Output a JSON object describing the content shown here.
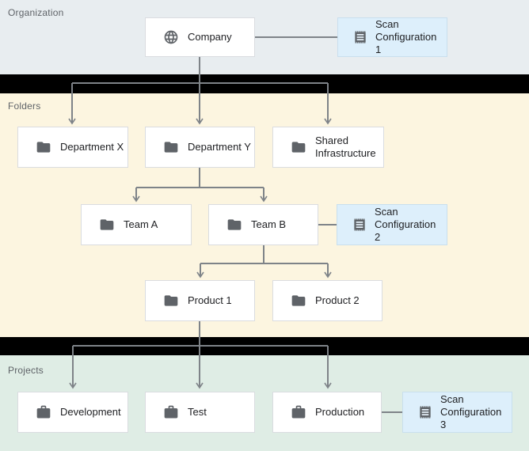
{
  "sections": {
    "organization": {
      "label": "Organization",
      "bg": "#e8edf0"
    },
    "folders": {
      "label": "Folders",
      "bg": "#fcf5e0"
    },
    "projects": {
      "label": "Projects",
      "bg": "#dfede5"
    }
  },
  "nodes": {
    "company": {
      "label": "Company",
      "icon": "globe-icon",
      "type": "organization"
    },
    "scan_config_1": {
      "label": "Scan Configuration 1",
      "icon": "scan-config-icon",
      "type": "scan-config"
    },
    "department_x": {
      "label": "Department X",
      "icon": "folder-icon",
      "type": "folder"
    },
    "department_y": {
      "label": "Department Y",
      "icon": "folder-icon",
      "type": "folder"
    },
    "shared_infrastructure": {
      "label": "Shared Infrastructure",
      "icon": "folder-icon",
      "type": "folder"
    },
    "team_a": {
      "label": "Team A",
      "icon": "folder-icon",
      "type": "folder"
    },
    "team_b": {
      "label": "Team B",
      "icon": "folder-icon",
      "type": "folder"
    },
    "scan_config_2": {
      "label": "Scan Configuration 2",
      "icon": "scan-config-icon",
      "type": "scan-config"
    },
    "product_1": {
      "label": "Product 1",
      "icon": "folder-icon",
      "type": "folder"
    },
    "product_2": {
      "label": "Product 2",
      "icon": "folder-icon",
      "type": "folder"
    },
    "development": {
      "label": "Development",
      "icon": "briefcase-icon",
      "type": "project"
    },
    "test": {
      "label": "Test",
      "icon": "briefcase-icon",
      "type": "project"
    },
    "production": {
      "label": "Production",
      "icon": "briefcase-icon",
      "type": "project"
    },
    "scan_config_3": {
      "label": "Scan Configuration 3",
      "icon": "scan-config-icon",
      "type": "scan-config"
    }
  },
  "edges": [
    {
      "from": "company",
      "to": "department_x",
      "style": "arrow"
    },
    {
      "from": "company",
      "to": "department_y",
      "style": "arrow"
    },
    {
      "from": "company",
      "to": "shared_infrastructure",
      "style": "arrow"
    },
    {
      "from": "company",
      "to": "scan_config_1",
      "style": "plain"
    },
    {
      "from": "department_y",
      "to": "team_a",
      "style": "arrow"
    },
    {
      "from": "department_y",
      "to": "team_b",
      "style": "arrow"
    },
    {
      "from": "team_b",
      "to": "scan_config_2",
      "style": "plain"
    },
    {
      "from": "team_b",
      "to": "product_1",
      "style": "arrow"
    },
    {
      "from": "team_b",
      "to": "product_2",
      "style": "arrow"
    },
    {
      "from": "product_1",
      "to": "development",
      "style": "arrow"
    },
    {
      "from": "product_1",
      "to": "test",
      "style": "arrow"
    },
    {
      "from": "product_1",
      "to": "production",
      "style": "arrow"
    },
    {
      "from": "production",
      "to": "scan_config_3",
      "style": "plain"
    }
  ],
  "colors": {
    "divider": "#000000",
    "node_bg": "#ffffff",
    "node_border": "#dadce0",
    "scan_config_bg": "#ddeffb",
    "scan_config_border": "#c9dfee",
    "connector": "#7e8388",
    "icon": "#5f6368",
    "label_text": "#202124",
    "section_label_text": "#5f6368"
  }
}
